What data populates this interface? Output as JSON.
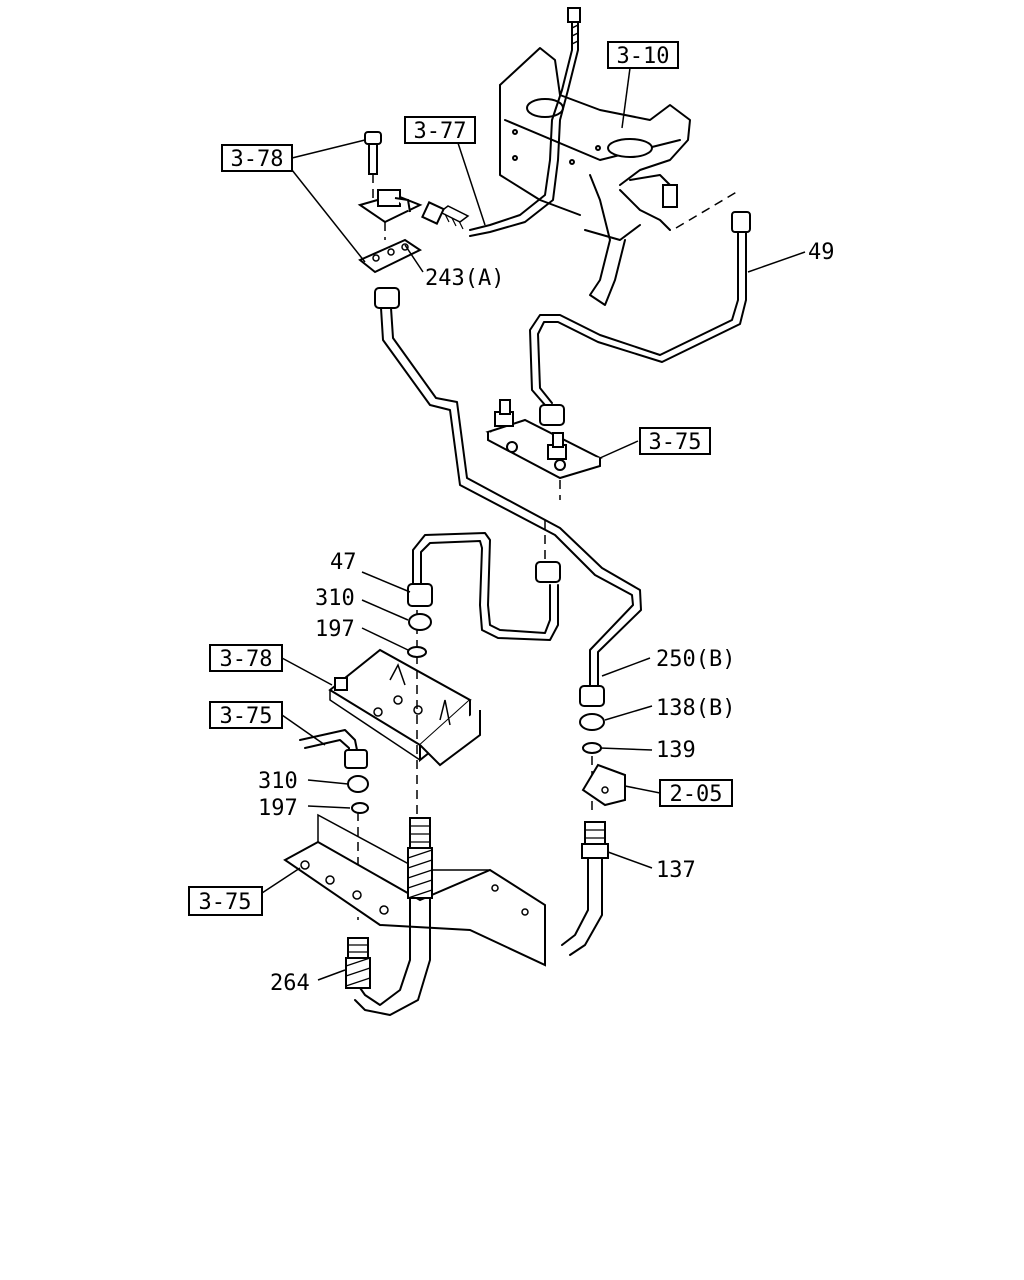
{
  "refs": {
    "r3_10": "3-10",
    "r3_77": "3-77",
    "r3_78_top": "3-78",
    "r3_75_top": "3-75",
    "r3_78_mid": "3-78",
    "r3_75_mid": "3-75",
    "r3_75_bot": "3-75",
    "r2_05": "2-05"
  },
  "parts": {
    "p243A": "243(A)",
    "p49": "49",
    "p47": "47",
    "p310_top": "310",
    "p197_top": "197",
    "p250B": "250(B)",
    "p138B": "138(B)",
    "p139": "139",
    "p310_bot": "310",
    "p197_bot": "197",
    "p137": "137",
    "p264": "264"
  }
}
